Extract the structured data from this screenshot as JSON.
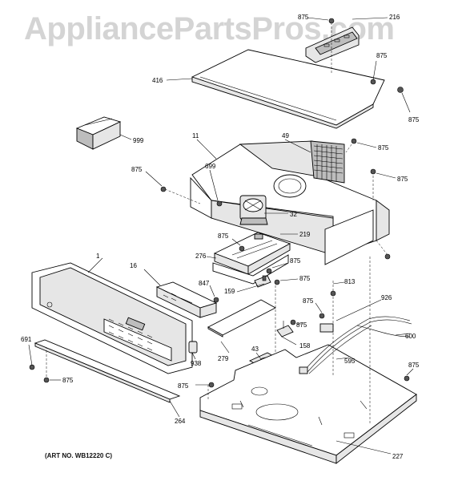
{
  "watermark": "AppliancePartsPros.com",
  "art_number": "(ART NO. WB12220 C)",
  "callouts": {
    "c216": "216",
    "c416": "416",
    "c999": "999",
    "c11": "11",
    "c49": "49",
    "c699": "699",
    "c32": "32",
    "c219": "219",
    "c276": "276",
    "c1": "1",
    "c16": "16",
    "c847": "847",
    "c159": "159",
    "c813": "813",
    "c926": "926",
    "c600": "600",
    "c595": "595",
    "c158": "158",
    "c43": "43",
    "c279": "279",
    "c938": "938",
    "c691": "691",
    "c264": "264",
    "c227": "227",
    "c875": "875"
  }
}
